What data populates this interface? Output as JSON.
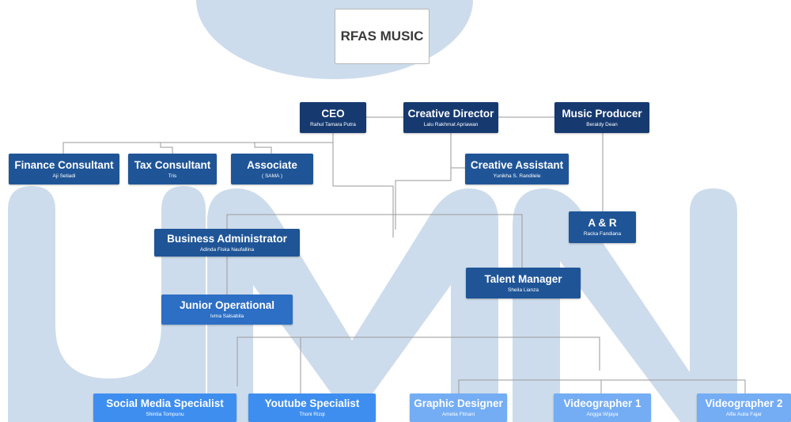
{
  "company": "RFAS MUSIC",
  "colors": {
    "watermark": "#cddcec",
    "connector": "#9a9a9a",
    "navy": "#163a70",
    "mid": "#1f5597",
    "medium": "#2c6fc4",
    "sky": "#3e8ef0",
    "pale": "#74adf4"
  },
  "nodes": {
    "ceo": {
      "title": "CEO",
      "name": "Rahul  Tamara Putra"
    },
    "creative_director": {
      "title": "Creative Director",
      "name": "Lalu Rakhmat Apriawan"
    },
    "music_producer": {
      "title": "Music Producer",
      "name": "Beraldy Dean"
    },
    "finance_consultant": {
      "title": "Finance Consultant",
      "name": "Aji Setiadi"
    },
    "tax_consultant": {
      "title": "Tax Consultant",
      "name": "Tris"
    },
    "associate": {
      "title": "Associate",
      "name": "( SAMA )"
    },
    "creative_assistant": {
      "title": "Creative Assistant",
      "name": "Yunikha S. Randilele"
    },
    "a_and_r": {
      "title": "A & R",
      "name": "Racka Fandiana"
    },
    "business_administrator": {
      "title": "Business Administrator",
      "name": "Adinda Fiska Naufallina"
    },
    "talent_manager": {
      "title": "Talent Manager",
      "name": "Sheila Lianza"
    },
    "junior_operational": {
      "title": "Junior Operational",
      "name": "Ivma Salsabila"
    },
    "social_media_specialist": {
      "title": "Social Media Specialist",
      "name": "Shintia Tompunu"
    },
    "youtube_specialist": {
      "title": "Youtube Specialist",
      "name": "Thoni Rizqi"
    },
    "graphic_designer": {
      "title": "Graphic Designer",
      "name": "Amelia Fitriani"
    },
    "videographer_1": {
      "title": "Videographer 1",
      "name": "Angga Wijaya"
    },
    "videographer_2": {
      "title": "Videographer 2",
      "name": "Alfie Aulia Fajar"
    }
  }
}
